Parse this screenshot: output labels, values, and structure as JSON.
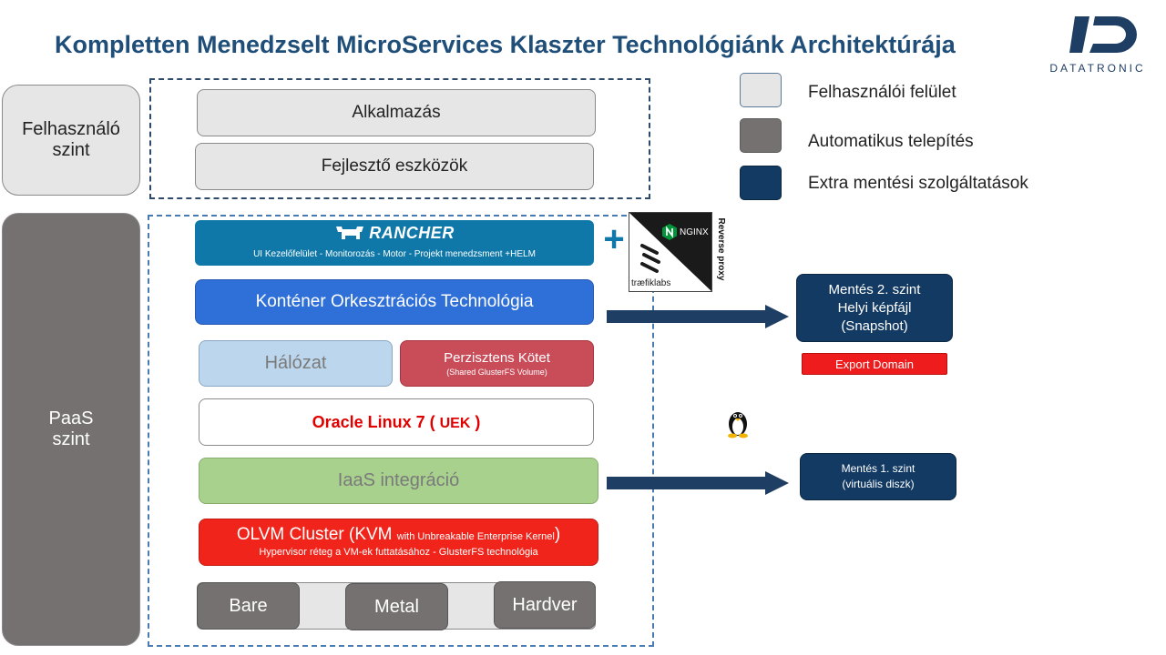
{
  "title": "Kompletten Menedzselt MicroServices Klaszter Technológiánk Architektúrája",
  "logo": {
    "text": "DATATRONIC",
    "color": "#1f3e63"
  },
  "legend": [
    {
      "label": "Felhasználói felület",
      "color": "#e6e6e6"
    },
    {
      "label": "Automatikus telepítés",
      "color": "#767171"
    },
    {
      "label": "Extra mentési szolgáltatások",
      "color": "#123a63"
    }
  ],
  "levels": {
    "user": {
      "line1": "Felhasználó",
      "line2": "szint"
    },
    "paas": {
      "line1": "PaaS",
      "line2": "szint"
    }
  },
  "user_layer": {
    "app": "Alkalmazás",
    "devtools": "Fejlesztő eszközök"
  },
  "rancher": {
    "logo": "RANCHER",
    "subtitle": "UI Kezelőfelület - Monitorozás - Motor - Projekt menedzsment +HELM"
  },
  "proxy": {
    "plus": "+",
    "nginx": "NGINX",
    "traefik": "træfiklabs",
    "label": "Reverse proxy"
  },
  "container": "Konténer Orkesztrációs Technológia",
  "network": "Hálózat",
  "storage": {
    "title": "Perzisztens Kötet",
    "subtitle": "(Shared GlusterFS Volume)"
  },
  "oracle": {
    "main": "Oracle Linux 7 ( ",
    "uek": "UEK",
    "close": " )"
  },
  "iaas": "IaaS integráció",
  "olvm": {
    "main": "OLVM Cluster (KVM ",
    "small": "with Unbreakable Enterprise Kernel",
    "close": ")",
    "subtitle": "Hypervisor réteg a VM-ek futtatásához -  GlusterFS  technológia"
  },
  "hardware": {
    "bare": "Bare",
    "metal": "Metal",
    "hardver": "Hardver"
  },
  "backup2": {
    "line1": "Mentés 2. szint",
    "line2": "Helyi képfájl",
    "line3": "(Snapshot)",
    "export": "Export Domain"
  },
  "backup1": {
    "line1": "Mentés 1. szint",
    "line2": "(virtuális diszk)"
  }
}
